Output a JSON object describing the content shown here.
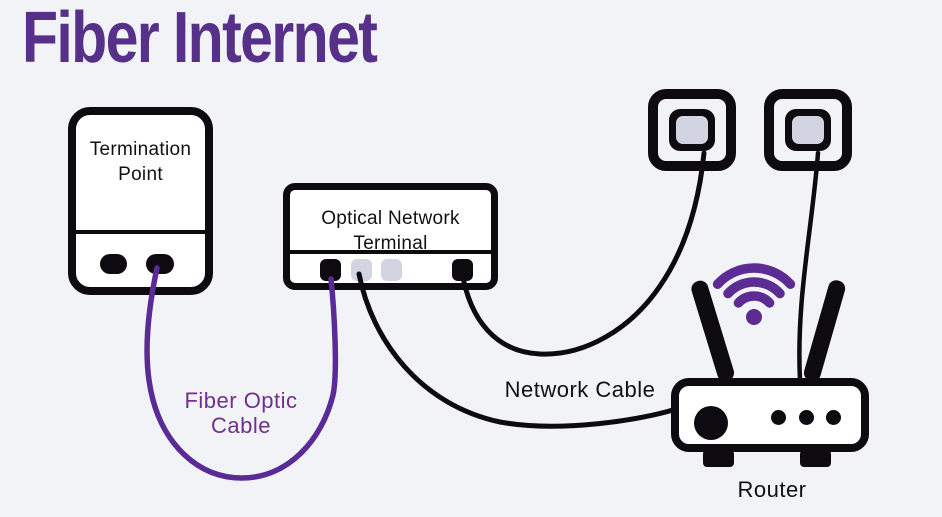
{
  "title": "Fiber Internet",
  "devices": {
    "termination_point": {
      "label_line1": "Termination",
      "label_line2": "Point"
    },
    "optical_network_terminal": {
      "label_line1": "Optical Network",
      "label_line2": "Terminal"
    },
    "router": {
      "label": "Router"
    }
  },
  "cables": {
    "fiber_optic": {
      "label_line1": "Fiber Optic",
      "label_line2": "Cable",
      "color": "#5a2b96"
    },
    "network": {
      "label": "Network Cable",
      "color": "#0e0b10"
    }
  },
  "icons": {
    "wifi": "wifi-icon"
  },
  "colors": {
    "background": "#f1f3f6",
    "title_purple": "#563089",
    "wifi_purple": "#5c2b94",
    "fiber_purple": "#5a2b96",
    "fiber_label_purple": "#722f91",
    "device_black": "#0e0b10",
    "port_gray": "#d2d5e1",
    "device_fill": "#ffffff"
  }
}
